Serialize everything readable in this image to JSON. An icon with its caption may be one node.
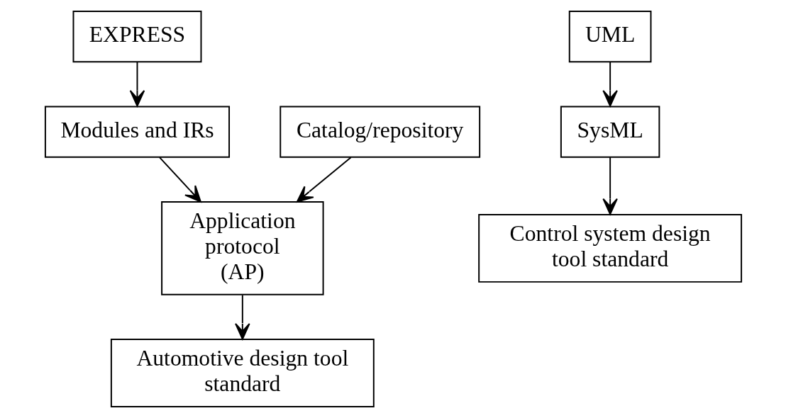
{
  "diagram": {
    "nodes": [
      {
        "text": [
          "EXPRESS"
        ]
      },
      {
        "text": [
          "Catalog/repository"
        ]
      },
      {
        "text": [
          "Modules and IRs"
        ]
      },
      {
        "text": [
          "Application protocol (AP)"
        ]
      },
      {
        "text": [
          "Automotive design tool standard"
        ]
      },
      {
        "text": [
          "UML"
        ]
      },
      {
        "text": [
          "SysML"
        ]
      },
      {
        "text": [
          "Control system design tool standard"
        ]
      }
    ],
    "edges": [
      {
        "from": 0,
        "to": 2,
        "arrow": "to"
      },
      {
        "from": 2,
        "to": 3,
        "arrow": "to"
      },
      {
        "from": 1,
        "to": 3,
        "arrow": "to"
      },
      {
        "from": 3,
        "to": 4,
        "arrow": "to"
      },
      {
        "from": 5,
        "to": 6,
        "arrow": "to"
      },
      {
        "from": 6,
        "to": 7,
        "arrow": "to"
      }
    ]
  }
}
